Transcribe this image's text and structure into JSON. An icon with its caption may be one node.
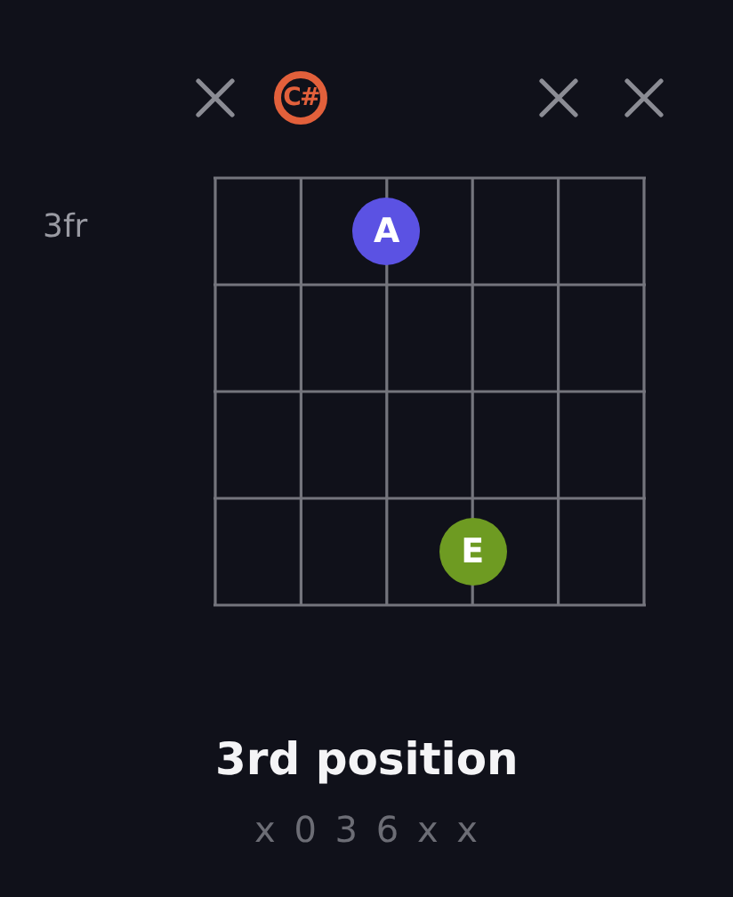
{
  "diagram": {
    "title": "3rd position",
    "nodes": [
      {
        "text": [
          "C#"
        ]
      },
      {
        "text": [
          "A"
        ]
      },
      {
        "text": [
          "E"
        ]
      }
    ],
    "labels": [
      "3fr",
      "x 0 3 6 x x"
    ]
  }
}
